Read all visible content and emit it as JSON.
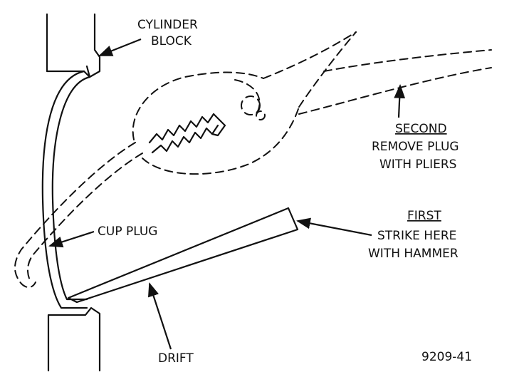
{
  "labels": {
    "cylinder_block_1": "CYLINDER",
    "cylinder_block_2": "BLOCK",
    "second_title": "SECOND",
    "second_line_1": "REMOVE PLUG",
    "second_line_2": "WITH PLIERS",
    "first_title": "FIRST",
    "first_line_1": "STRIKE HERE",
    "first_line_2": "WITH HAMMER",
    "cup_plug": "CUP PLUG",
    "drift": "DRIFT",
    "figure_id": "9209-41"
  }
}
